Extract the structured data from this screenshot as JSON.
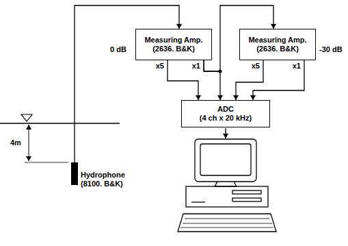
{
  "diagram": {
    "nodes": [
      {
        "text": [
          "Hydrophone",
          "(8100. B&K)"
        ]
      },
      {
        "text": [
          "Measuring Amp.",
          "(2636. B&K)"
        ]
      },
      {
        "text": [
          "Measuring Amp.",
          "(2636. B&K)"
        ]
      },
      {
        "text": [
          "ADC",
          "(4 ch x 20 kHz)"
        ]
      }
    ],
    "edges": [
      {
        "from": 0,
        "to": 1,
        "arrow": "to"
      },
      {
        "from": 1,
        "to": 3,
        "label": "x5",
        "arrow": "to"
      },
      {
        "from": 1,
        "to": 3,
        "label": "x1",
        "arrow": "to"
      },
      {
        "from": 1,
        "to": 2,
        "arrow": "to"
      },
      {
        "from": 2,
        "to": 3,
        "label": "x5",
        "arrow": "to"
      },
      {
        "from": 2,
        "to": 3,
        "label": "x1",
        "arrow": "to"
      }
    ],
    "labels": [
      "0 dB",
      "-30 dB",
      "4m"
    ]
  }
}
